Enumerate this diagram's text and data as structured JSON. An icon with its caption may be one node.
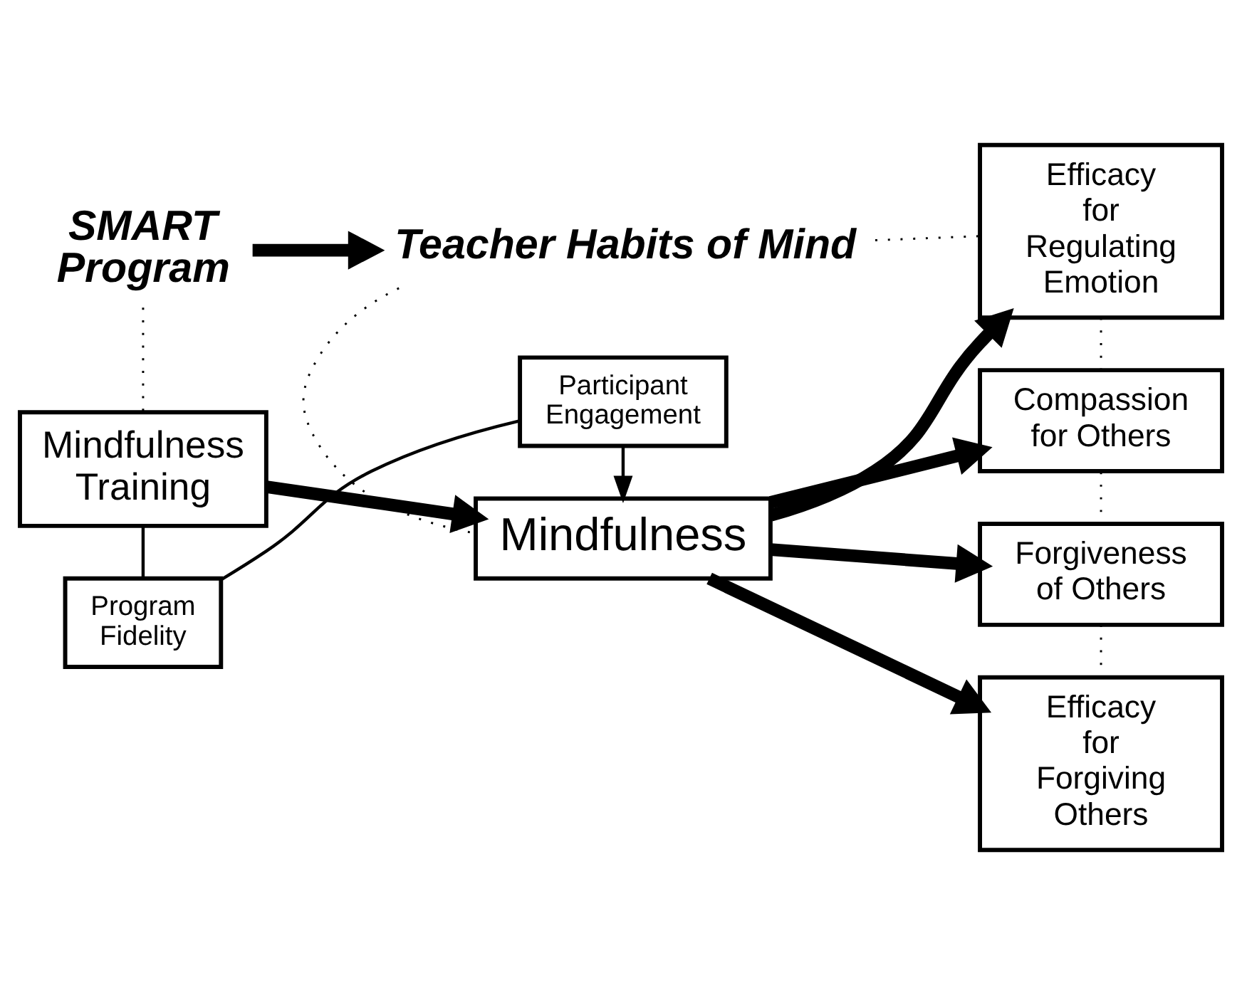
{
  "diagram": {
    "nodes": [
      {
        "text": [
          "SMART Program"
        ]
      },
      {
        "text": [
          "Teacher Habits of Mind"
        ]
      },
      {
        "text": [
          "Mindfulness Training"
        ]
      },
      {
        "text": [
          "Mindfulness"
        ]
      },
      {
        "text": [
          "Efficacy for Regulating Emotion"
        ]
      },
      {
        "text": [
          "Compassion for Others"
        ]
      },
      {
        "text": [
          "Forgiveness of Others"
        ]
      },
      {
        "text": [
          "Efficacy for Forgiving Others"
        ]
      },
      {
        "text": [
          "Program Fidelity"
        ]
      },
      {
        "text": [
          "Participant Engagement"
        ]
      }
    ],
    "edges": [
      {
        "from": 0,
        "to": 1,
        "arrow": "to",
        "style": "thick"
      },
      {
        "from": 0,
        "to": 2,
        "arrow": "none",
        "style": "dashed"
      },
      {
        "from": 1,
        "to": 3,
        "arrow": "none",
        "style": "dashed"
      },
      {
        "from": 1,
        "to": 4,
        "arrow": "none",
        "style": "dashed"
      },
      {
        "from": 2,
        "to": 3,
        "arrow": "to",
        "style": "thick"
      },
      {
        "from": 3,
        "to": 4,
        "arrow": "to",
        "style": "thick"
      },
      {
        "from": 3,
        "to": 5,
        "arrow": "to",
        "style": "thick"
      },
      {
        "from": 3,
        "to": 6,
        "arrow": "to",
        "style": "thick"
      },
      {
        "from": 3,
        "to": 7,
        "arrow": "to",
        "style": "thick"
      },
      {
        "from": 4,
        "to": 5,
        "arrow": "none",
        "style": "dashed"
      },
      {
        "from": 5,
        "to": 6,
        "arrow": "none",
        "style": "dashed"
      },
      {
        "from": 6,
        "to": 7,
        "arrow": "none",
        "style": "dashed"
      },
      {
        "from": 2,
        "to": 8,
        "arrow": "none"
      },
      {
        "from": 8,
        "to": 9,
        "arrow": "none"
      },
      {
        "from": 9,
        "to": 3,
        "arrow": "to"
      }
    ]
  }
}
